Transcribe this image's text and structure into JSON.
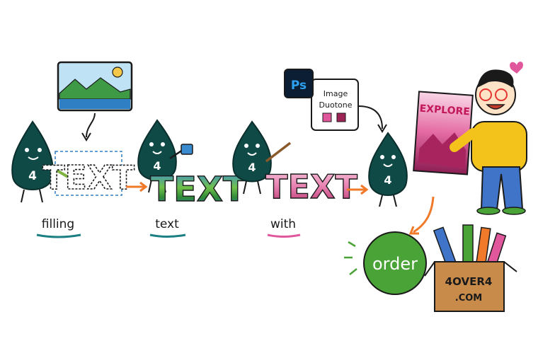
{
  "steps": {
    "filling": "filling",
    "text": "text",
    "with": "with"
  },
  "word": "TEXT",
  "badge": "4",
  "photoshop": {
    "logo": "Ps",
    "line1": "Image",
    "line2": "Duotone"
  },
  "poster_title": "EXPLORE",
  "order_label": "order",
  "box": {
    "line1": "4OVER4",
    "line2": ".COM"
  },
  "colors": {
    "drop": "#0f4a47",
    "teal_underline": "#1b7f84",
    "pink_underline": "#e0579c",
    "orange_arrow": "#f07a2a",
    "order_green": "#4aa336",
    "pink": "#e0579c",
    "yellow_hoodie": "#f3c21b"
  }
}
